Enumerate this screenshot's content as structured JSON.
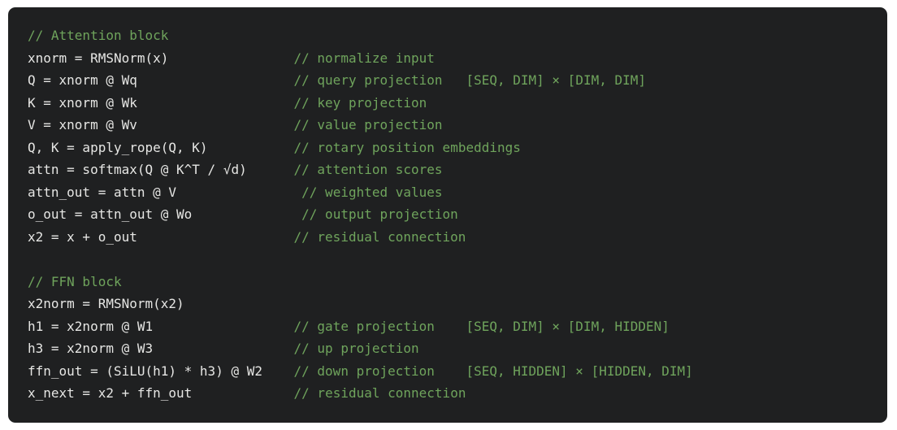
{
  "colors": {
    "page_background": "#ffffff",
    "card_background": "#1f2021",
    "code_text": "#e6e6e4",
    "comment_text": "#6fa45c"
  },
  "layout_hints": {
    "comment_col": 34,
    "shape_col": 56
  },
  "code_block": {
    "language": "pseudocode",
    "lines": [
      {
        "code": "",
        "comment": "// Attention block",
        "shape": ""
      },
      {
        "code": "xnorm = RMSNorm(x)",
        "comment": "// normalize input",
        "shape": ""
      },
      {
        "code": "Q = xnorm @ Wq",
        "comment": "// query projection",
        "shape": "[SEQ, DIM] × [DIM, DIM]"
      },
      {
        "code": "K = xnorm @ Wk",
        "comment": "// key projection",
        "shape": ""
      },
      {
        "code": "V = xnorm @ Wv",
        "comment": "// value projection",
        "shape": ""
      },
      {
        "code": "Q, K = apply_rope(Q, K)",
        "comment": "// rotary position embeddings",
        "shape": ""
      },
      {
        "code": "attn = softmax(Q @ K^T / √d)",
        "comment": "// attention scores",
        "shape": ""
      },
      {
        "code": "attn_out = attn @ V",
        "comment": "// weighted values",
        "shape": "",
        "comment_indent": 1
      },
      {
        "code": "o_out = attn_out @ Wo",
        "comment": "// output projection",
        "shape": "",
        "comment_indent": 1
      },
      {
        "code": "x2 = x + o_out",
        "comment": "// residual connection",
        "shape": ""
      },
      {
        "code": "",
        "comment": "",
        "shape": ""
      },
      {
        "code": "",
        "comment": "// FFN block",
        "shape": ""
      },
      {
        "code": "x2norm = RMSNorm(x2)",
        "comment": "",
        "shape": ""
      },
      {
        "code": "h1 = x2norm @ W1",
        "comment": "// gate projection",
        "shape": "[SEQ, DIM] × [DIM, HIDDEN]"
      },
      {
        "code": "h3 = x2norm @ W3",
        "comment": "// up projection",
        "shape": ""
      },
      {
        "code": "ffn_out = (SiLU(h1) * h3) @ W2",
        "comment": "// down projection",
        "shape": "[SEQ, HIDDEN] × [HIDDEN, DIM]"
      },
      {
        "code": "x_next = x2 + ffn_out",
        "comment": "// residual connection",
        "shape": ""
      }
    ]
  }
}
